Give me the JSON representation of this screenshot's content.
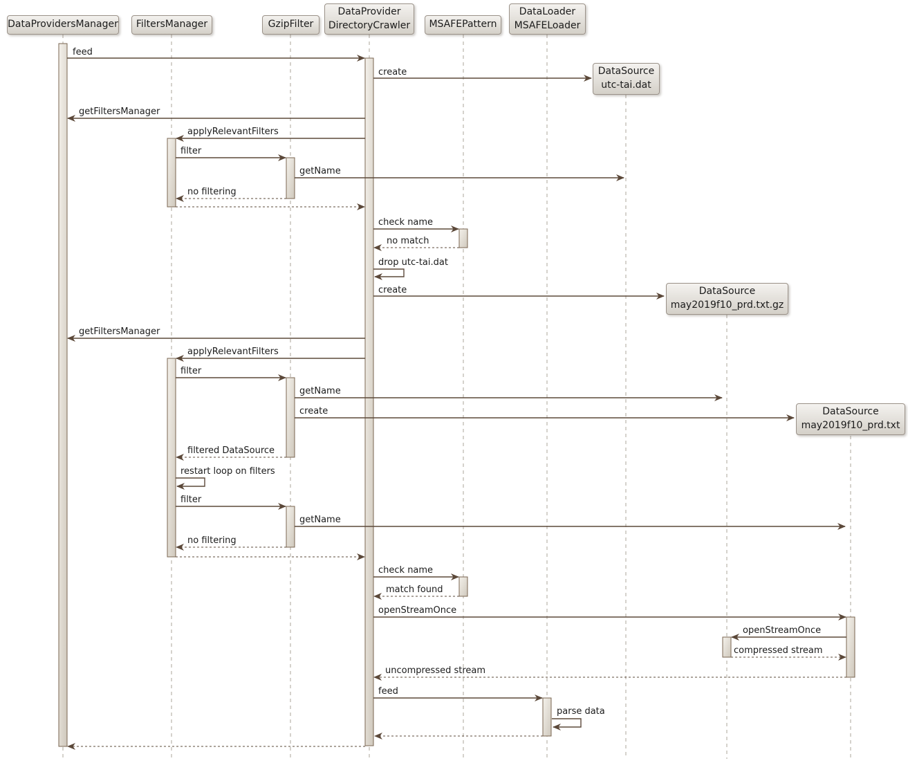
{
  "colors": {
    "c-arrow": "#5B4839",
    "c-border": "#9A9188",
    "c-act-border": "#7A6550",
    "c-life": "#ABA49A",
    "c-text": "#1b1b1b",
    "c-bg": "#FFFFFF"
  },
  "diagram": {
    "type": "uml-sequence",
    "participants": [
      {
        "id": "DataProvidersManager",
        "label": "DataProvidersManager"
      },
      {
        "id": "FiltersManager",
        "label": "FiltersManager"
      },
      {
        "id": "GzipFilter",
        "label": "GzipFilter"
      },
      {
        "id": "DataProviderDirectoryCrawler",
        "label": "DataProvider\nDirectoryCrawler"
      },
      {
        "id": "MSAFEPattern",
        "label": "MSAFEPattern"
      },
      {
        "id": "DataLoaderMSAFELoader",
        "label": "DataLoader\nMSAFELoader"
      }
    ],
    "created_participants": [
      {
        "id": "DataSourceUtcTai",
        "label": "DataSource\nutc-tai.dat"
      },
      {
        "id": "DataSourceMay2019Gz",
        "label": "DataSource\nmay2019f10_prd.txt.gz"
      },
      {
        "id": "DataSourceMay2019Txt",
        "label": "DataSource\nmay2019f10_prd.txt"
      }
    ],
    "messages": [
      {
        "label": "feed",
        "type": "solid",
        "from": "DataProvidersManager",
        "to": "DataProviderDirectoryCrawler"
      },
      {
        "label": "create",
        "type": "solid-create",
        "from": "DataProviderDirectoryCrawler",
        "to": "DataSourceUtcTai"
      },
      {
        "label": "getFiltersManager",
        "type": "solid",
        "from": "DataProviderDirectoryCrawler",
        "to": "DataProvidersManager"
      },
      {
        "label": "applyRelevantFilters",
        "type": "solid",
        "from": "DataProviderDirectoryCrawler",
        "to": "FiltersManager"
      },
      {
        "label": "filter",
        "type": "solid",
        "from": "FiltersManager",
        "to": "GzipFilter"
      },
      {
        "label": "getName",
        "type": "solid",
        "from": "GzipFilter",
        "to": "DataSourceUtcTai"
      },
      {
        "label": "no filtering",
        "type": "dashed-return",
        "from": "GzipFilter",
        "to": "FiltersManager"
      },
      {
        "label": "check name",
        "type": "solid",
        "from": "DataProviderDirectoryCrawler",
        "to": "MSAFEPattern"
      },
      {
        "label": "no match",
        "type": "dashed-return",
        "from": "MSAFEPattern",
        "to": "DataProviderDirectoryCrawler"
      },
      {
        "label": "drop utc-tai.dat",
        "type": "self",
        "from": "DataProviderDirectoryCrawler",
        "to": "DataProviderDirectoryCrawler"
      },
      {
        "label": "create",
        "type": "solid-create",
        "from": "DataProviderDirectoryCrawler",
        "to": "DataSourceMay2019Gz"
      },
      {
        "label": "getFiltersManager",
        "type": "solid",
        "from": "DataProviderDirectoryCrawler",
        "to": "DataProvidersManager"
      },
      {
        "label": "applyRelevantFilters",
        "type": "solid",
        "from": "DataProviderDirectoryCrawler",
        "to": "FiltersManager"
      },
      {
        "label": "filter",
        "type": "solid",
        "from": "FiltersManager",
        "to": "GzipFilter"
      },
      {
        "label": "getName",
        "type": "solid",
        "from": "GzipFilter",
        "to": "DataSourceMay2019Gz"
      },
      {
        "label": "create",
        "type": "solid-create",
        "from": "GzipFilter",
        "to": "DataSourceMay2019Txt"
      },
      {
        "label": "filtered DataSource",
        "type": "dashed-return",
        "from": "GzipFilter",
        "to": "FiltersManager"
      },
      {
        "label": "restart loop on filters",
        "type": "self",
        "from": "FiltersManager",
        "to": "FiltersManager"
      },
      {
        "label": "filter",
        "type": "solid",
        "from": "FiltersManager",
        "to": "GzipFilter"
      },
      {
        "label": "getName",
        "type": "solid",
        "from": "GzipFilter",
        "to": "DataSourceMay2019Txt"
      },
      {
        "label": "no filtering",
        "type": "dashed-return",
        "from": "GzipFilter",
        "to": "FiltersManager"
      },
      {
        "label": "check name",
        "type": "solid",
        "from": "DataProviderDirectoryCrawler",
        "to": "MSAFEPattern"
      },
      {
        "label": "match found",
        "type": "dashed-return",
        "from": "MSAFEPattern",
        "to": "DataProviderDirectoryCrawler"
      },
      {
        "label": "openStreamOnce",
        "type": "solid",
        "from": "DataProviderDirectoryCrawler",
        "to": "DataSourceMay2019Txt"
      },
      {
        "label": "openStreamOnce",
        "type": "solid",
        "from": "DataSourceMay2019Txt",
        "to": "DataSourceMay2019Gz"
      },
      {
        "label": "compressed stream",
        "type": "dashed-return",
        "from": "DataSourceMay2019Gz",
        "to": "DataSourceMay2019Txt"
      },
      {
        "label": "uncompressed stream",
        "type": "dashed-return",
        "from": "DataSourceMay2019Txt",
        "to": "DataProviderDirectoryCrawler"
      },
      {
        "label": "feed",
        "type": "solid",
        "from": "DataProviderDirectoryCrawler",
        "to": "DataLoaderMSAFELoader"
      },
      {
        "label": "parse data",
        "type": "self",
        "from": "DataLoaderMSAFELoader",
        "to": "DataLoaderMSAFELoader"
      }
    ]
  }
}
